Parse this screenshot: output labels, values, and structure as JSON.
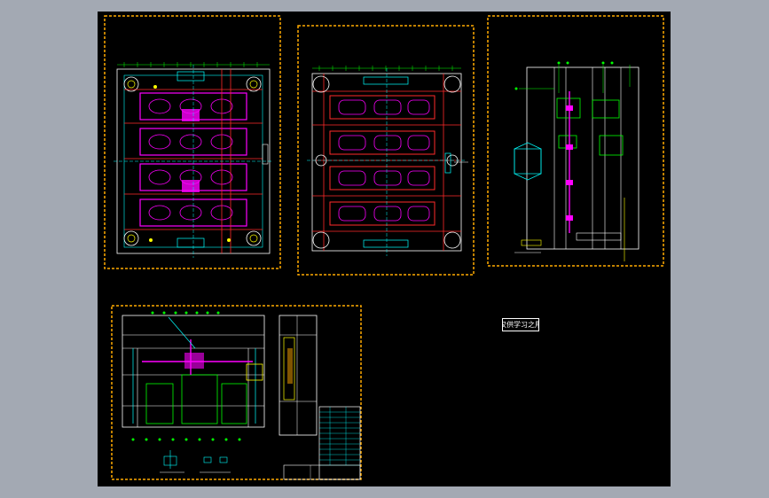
{
  "viewport": {
    "background": "#a3a9b3",
    "canvas_background": "#000000"
  },
  "drawing": {
    "stamp_text": "仅供学习之用",
    "sheets": [
      {
        "id": "sheet-1-top-view-a",
        "kind": "plan-view-magenta"
      },
      {
        "id": "sheet-2-top-view-b",
        "kind": "plan-view-red"
      },
      {
        "id": "sheet-3-side-section",
        "kind": "section-view"
      },
      {
        "id": "sheet-4-assembly",
        "kind": "assembly-with-title-block"
      }
    ]
  },
  "colors": {
    "frame": "#ffaa00",
    "outline": "#ffffff",
    "magenta": "#ff00ff",
    "red": "#ff2a2a",
    "cyan": "#00ffff",
    "green": "#00ff00",
    "yellow": "#ffff00",
    "blue": "#2a6bff"
  }
}
